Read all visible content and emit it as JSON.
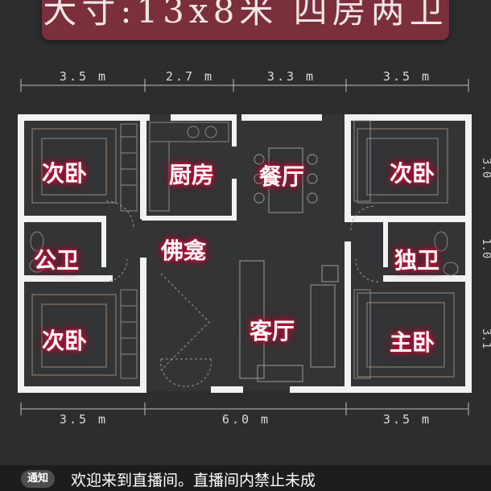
{
  "banner": {
    "title": "大寸:13x8米 四房两卫"
  },
  "dimensions": {
    "top": [
      "3.5 m",
      "2.7 m",
      "3.3 m",
      "3.5 m"
    ],
    "bottom": [
      "3.5 m",
      "6.0 m",
      "3.5 m"
    ],
    "right": [
      "3.0",
      "1.0",
      "3.1"
    ]
  },
  "rooms": [
    {
      "name": "次卧"
    },
    {
      "name": "厨房"
    },
    {
      "name": "餐厅"
    },
    {
      "name": "次卧"
    },
    {
      "name": "公卫"
    },
    {
      "name": "佛龛"
    },
    {
      "name": "独卫"
    },
    {
      "name": "次卧"
    },
    {
      "name": "客厅"
    },
    {
      "name": "主卧"
    }
  ],
  "notice": {
    "tag": "通知",
    "text": "欢迎来到直播间。直播间内禁止未成"
  }
}
